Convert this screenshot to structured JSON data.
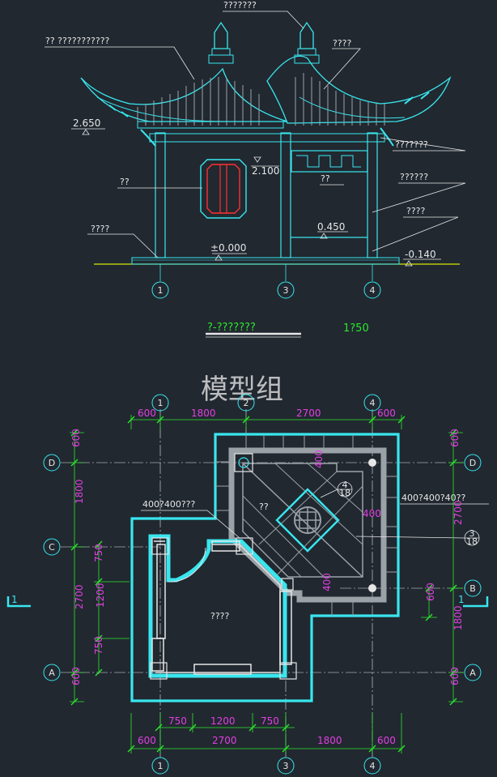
{
  "elevation": {
    "labels": {
      "top": "???????",
      "roof_left": "?? ???????????",
      "roof_right": "????",
      "eave": "???????",
      "window": "??",
      "lattice": "??",
      "column": "??????",
      "base_left": "????",
      "base_right": "????"
    },
    "levels": {
      "eave": "2.650",
      "beam": "2.100",
      "step": "0.450",
      "floor": "±0.000",
      "ground": "-0.140"
    },
    "axes": [
      "1",
      "3",
      "4"
    ],
    "title": "?-???????",
    "scale": "1?50"
  },
  "watermark": "模型组",
  "plan": {
    "axes_top": [
      "1",
      "2",
      "4"
    ],
    "axes_bottom": [
      "1",
      "3",
      "4"
    ],
    "axes_left": [
      "D",
      "C",
      "A"
    ],
    "axes_right": [
      "D",
      "B",
      "A"
    ],
    "dims_top": [
      "600",
      "1800",
      "2700",
      "600"
    ],
    "dims_bottom_inner": [
      "750",
      "1200",
      "750"
    ],
    "dims_bottom": [
      "600",
      "2700",
      "1800",
      "600"
    ],
    "dims_left_outer": [
      "600",
      "1800",
      "2700",
      "600"
    ],
    "dims_left_inner": [
      "750",
      "1200",
      "750"
    ],
    "dims_right_outer": [
      "600",
      "2700",
      "1800",
      "600"
    ],
    "dims_right_inner": [
      "600"
    ],
    "room_label_1": "??",
    "room_label_2": "????",
    "col_note_left": "400?400???",
    "col_note_right": "400?400?40??",
    "d_400a": "400",
    "d_400b": "400",
    "d_400c": "400",
    "detail_1": {
      "num": "4",
      "den": "18"
    },
    "detail_2": {
      "num": "3",
      "den": "18"
    },
    "section_mark": "1"
  }
}
